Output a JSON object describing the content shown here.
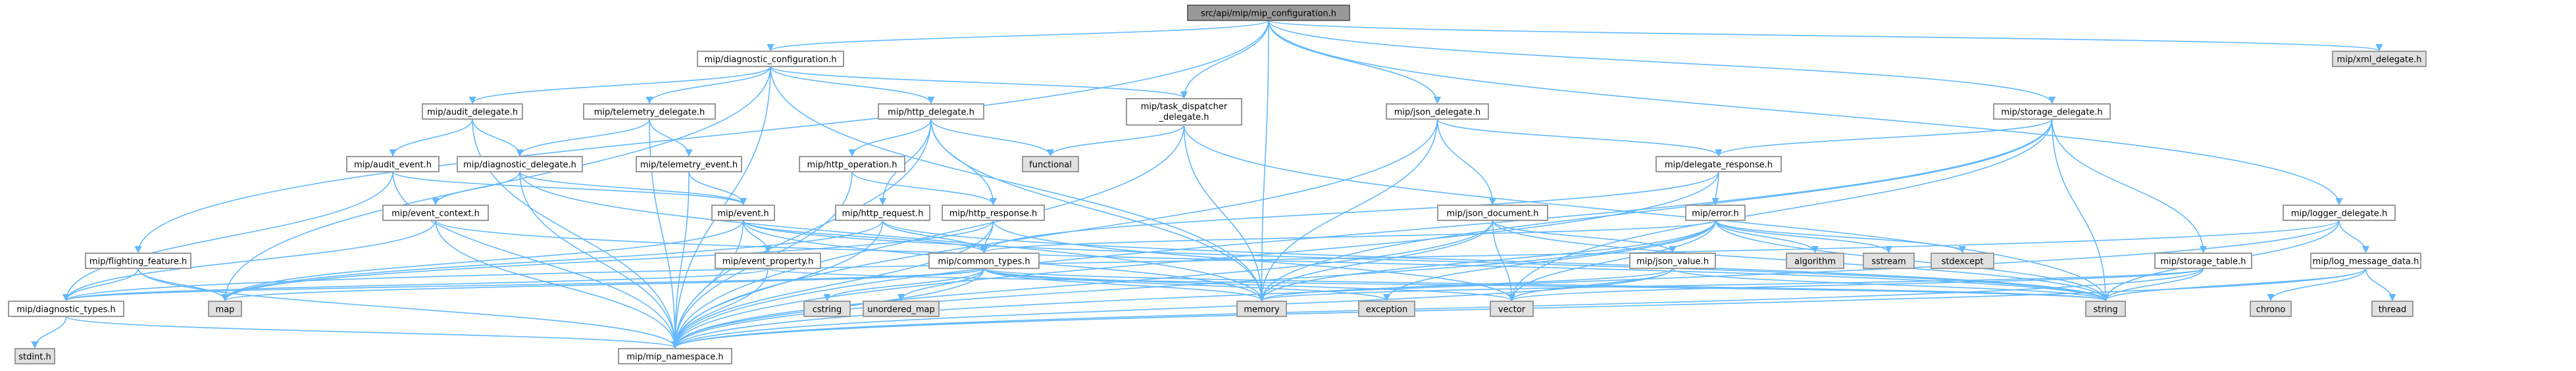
{
  "colors": {
    "edge": "#63b8ff",
    "node_border": "#999999",
    "node_fill": "#ffffff",
    "external_fill": "#e0e0e0",
    "root_fill": "#999999",
    "root_border": "#666666",
    "text": "#000000"
  },
  "nodes": [
    {
      "id": "root",
      "label": "src/api/mip/mip_configuration.h",
      "kind": "root"
    },
    {
      "id": "diag_cfg",
      "label": "mip/diagnostic_configuration.h",
      "kind": "file"
    },
    {
      "id": "xml_del",
      "label": "mip/xml_delegate.h",
      "kind": "external"
    },
    {
      "id": "audit_del",
      "label": "mip/audit_delegate.h",
      "kind": "file"
    },
    {
      "id": "telem_del",
      "label": "mip/telemetry_delegate.h",
      "kind": "file"
    },
    {
      "id": "http_del",
      "label": "mip/http_delegate.h",
      "kind": "file"
    },
    {
      "id": "task_disp",
      "label": "mip/task_dispatcher_delegate.h",
      "kind": "file"
    },
    {
      "id": "json_del",
      "label": "mip/json_delegate.h",
      "kind": "file"
    },
    {
      "id": "storage_del",
      "label": "mip/storage_delegate.h",
      "kind": "file"
    },
    {
      "id": "audit_event",
      "label": "mip/audit_event.h",
      "kind": "file"
    },
    {
      "id": "diag_del",
      "label": "mip/diagnostic_delegate.h",
      "kind": "file"
    },
    {
      "id": "telem_event",
      "label": "mip/telemetry_event.h",
      "kind": "file"
    },
    {
      "id": "http_op",
      "label": "mip/http_operation.h",
      "kind": "file"
    },
    {
      "id": "functional",
      "label": "functional",
      "kind": "external"
    },
    {
      "id": "deleg_resp",
      "label": "mip/delegate_response.h",
      "kind": "file"
    },
    {
      "id": "event_ctx",
      "label": "mip/event_context.h",
      "kind": "file"
    },
    {
      "id": "event",
      "label": "mip/event.h",
      "kind": "file"
    },
    {
      "id": "http_req",
      "label": "mip/http_request.h",
      "kind": "file"
    },
    {
      "id": "http_resp",
      "label": "mip/http_response.h",
      "kind": "file"
    },
    {
      "id": "json_doc",
      "label": "mip/json_document.h",
      "kind": "file"
    },
    {
      "id": "error",
      "label": "mip/error.h",
      "kind": "file"
    },
    {
      "id": "logger_del",
      "label": "mip/logger_delegate.h",
      "kind": "file"
    },
    {
      "id": "flight",
      "label": "mip/flighting_feature.h",
      "kind": "file"
    },
    {
      "id": "event_prop",
      "label": "mip/event_property.h",
      "kind": "file"
    },
    {
      "id": "common",
      "label": "mip/common_types.h",
      "kind": "file"
    },
    {
      "id": "json_val",
      "label": "mip/json_value.h",
      "kind": "file"
    },
    {
      "id": "algorithm",
      "label": "algorithm",
      "kind": "external"
    },
    {
      "id": "sstream",
      "label": "sstream",
      "kind": "external"
    },
    {
      "id": "stdexcept",
      "label": "stdexcept",
      "kind": "external"
    },
    {
      "id": "storage_tbl",
      "label": "mip/storage_table.h",
      "kind": "file"
    },
    {
      "id": "log_msg",
      "label": "mip/log_message_data.h",
      "kind": "file"
    },
    {
      "id": "map",
      "label": "map",
      "kind": "external"
    },
    {
      "id": "diag_types",
      "label": "mip/diagnostic_types.h",
      "kind": "file"
    },
    {
      "id": "cstring",
      "label": "cstring",
      "kind": "external"
    },
    {
      "id": "unordered_map",
      "label": "unordered_map",
      "kind": "external"
    },
    {
      "id": "memory",
      "label": "memory",
      "kind": "external"
    },
    {
      "id": "exception",
      "label": "exception",
      "kind": "external"
    },
    {
      "id": "vector",
      "label": "vector",
      "kind": "external"
    },
    {
      "id": "string",
      "label": "string",
      "kind": "external"
    },
    {
      "id": "chrono",
      "label": "chrono",
      "kind": "external"
    },
    {
      "id": "thread",
      "label": "thread",
      "kind": "external"
    },
    {
      "id": "stdint",
      "label": "stdint.h",
      "kind": "external"
    },
    {
      "id": "mip_ns",
      "label": "mip/mip_namespace.h",
      "kind": "file"
    }
  ],
  "edges": [
    [
      "root",
      "diag_cfg"
    ],
    [
      "root",
      "xml_del"
    ],
    [
      "root",
      "task_disp"
    ],
    [
      "root",
      "json_del"
    ],
    [
      "root",
      "storage_del"
    ],
    [
      "root",
      "logger_del"
    ],
    [
      "root",
      "flight"
    ],
    [
      "root",
      "memory"
    ],
    [
      "diag_cfg",
      "audit_del"
    ],
    [
      "diag_cfg",
      "telem_del"
    ],
    [
      "diag_cfg",
      "http_del"
    ],
    [
      "diag_cfg",
      "task_disp"
    ],
    [
      "diag_cfg",
      "map"
    ],
    [
      "diag_cfg",
      "memory"
    ],
    [
      "diag_cfg",
      "mip_ns"
    ],
    [
      "audit_del",
      "audit_event"
    ],
    [
      "audit_del",
      "diag_del"
    ],
    [
      "audit_del",
      "mip_ns"
    ],
    [
      "telem_del",
      "diag_del"
    ],
    [
      "telem_del",
      "telem_event"
    ],
    [
      "telem_del",
      "mip_ns"
    ],
    [
      "http_del",
      "http_op"
    ],
    [
      "http_del",
      "http_req"
    ],
    [
      "http_del",
      "http_resp"
    ],
    [
      "http_del",
      "functional"
    ],
    [
      "http_del",
      "memory"
    ],
    [
      "http_del",
      "mip_ns"
    ],
    [
      "task_disp",
      "functional"
    ],
    [
      "task_disp",
      "memory"
    ],
    [
      "task_disp",
      "string"
    ],
    [
      "task_disp",
      "mip_ns"
    ],
    [
      "json_del",
      "deleg_resp"
    ],
    [
      "json_del",
      "json_doc"
    ],
    [
      "json_del",
      "memory"
    ],
    [
      "json_del",
      "mip_ns"
    ],
    [
      "storage_del",
      "deleg_resp"
    ],
    [
      "storage_del",
      "storage_tbl"
    ],
    [
      "storage_del",
      "memory"
    ],
    [
      "storage_del",
      "string"
    ],
    [
      "storage_del",
      "vector"
    ],
    [
      "storage_del",
      "mip_ns"
    ],
    [
      "audit_event",
      "diag_types"
    ],
    [
      "audit_event",
      "event"
    ],
    [
      "audit_event",
      "mip_ns"
    ],
    [
      "diag_del",
      "event_ctx"
    ],
    [
      "diag_del",
      "event"
    ],
    [
      "diag_del",
      "memory"
    ],
    [
      "diag_del",
      "mip_ns"
    ],
    [
      "telem_event",
      "event"
    ],
    [
      "telem_event",
      "mip_ns"
    ],
    [
      "http_op",
      "http_resp"
    ],
    [
      "http_op",
      "mip_ns"
    ],
    [
      "deleg_resp",
      "error"
    ],
    [
      "deleg_resp",
      "common"
    ],
    [
      "deleg_resp",
      "mip_ns"
    ],
    [
      "event_ctx",
      "diag_types"
    ],
    [
      "event_ctx",
      "string"
    ],
    [
      "event_ctx",
      "mip_ns"
    ],
    [
      "event",
      "event_prop"
    ],
    [
      "event",
      "common"
    ],
    [
      "event",
      "map"
    ],
    [
      "event",
      "memory"
    ],
    [
      "event",
      "string"
    ],
    [
      "event",
      "mip_ns"
    ],
    [
      "http_req",
      "common"
    ],
    [
      "http_req",
      "map"
    ],
    [
      "http_req",
      "string"
    ],
    [
      "http_req",
      "mip_ns"
    ],
    [
      "http_resp",
      "common"
    ],
    [
      "http_resp",
      "map"
    ],
    [
      "http_resp",
      "vector"
    ],
    [
      "http_resp",
      "mip_ns"
    ],
    [
      "json_doc",
      "json_val"
    ],
    [
      "json_doc",
      "memory"
    ],
    [
      "json_doc",
      "string"
    ],
    [
      "json_doc",
      "vector"
    ],
    [
      "json_doc",
      "mip_ns"
    ],
    [
      "error",
      "algorithm"
    ],
    [
      "error",
      "sstream"
    ],
    [
      "error",
      "stdexcept"
    ],
    [
      "error",
      "common"
    ],
    [
      "error",
      "exception"
    ],
    [
      "error",
      "memory"
    ],
    [
      "error",
      "string"
    ],
    [
      "error",
      "vector"
    ],
    [
      "error",
      "mip_ns"
    ],
    [
      "logger_del",
      "log_msg"
    ],
    [
      "logger_del",
      "diag_types"
    ],
    [
      "logger_del",
      "string"
    ],
    [
      "logger_del",
      "mip_ns"
    ],
    [
      "flight",
      "diag_types"
    ],
    [
      "flight",
      "map"
    ],
    [
      "flight",
      "mip_ns"
    ],
    [
      "event_prop",
      "diag_types"
    ],
    [
      "event_prop",
      "string"
    ],
    [
      "event_prop",
      "mip_ns"
    ],
    [
      "common",
      "cstring"
    ],
    [
      "common",
      "unordered_map"
    ],
    [
      "common",
      "diag_types"
    ],
    [
      "common",
      "memory"
    ],
    [
      "common",
      "exception"
    ],
    [
      "common",
      "vector"
    ],
    [
      "common",
      "string"
    ],
    [
      "common",
      "map"
    ],
    [
      "common",
      "mip_ns"
    ],
    [
      "json_val",
      "memory"
    ],
    [
      "json_val",
      "vector"
    ],
    [
      "json_val",
      "string"
    ],
    [
      "json_val",
      "mip_ns"
    ],
    [
      "storage_tbl",
      "memory"
    ],
    [
      "storage_tbl",
      "string"
    ],
    [
      "storage_tbl",
      "vector"
    ],
    [
      "storage_tbl",
      "mip_ns"
    ],
    [
      "log_msg",
      "chrono"
    ],
    [
      "log_msg",
      "thread"
    ],
    [
      "log_msg",
      "string"
    ],
    [
      "log_msg",
      "mip_ns"
    ],
    [
      "diag_types",
      "stdint"
    ],
    [
      "diag_types",
      "mip_ns"
    ]
  ]
}
